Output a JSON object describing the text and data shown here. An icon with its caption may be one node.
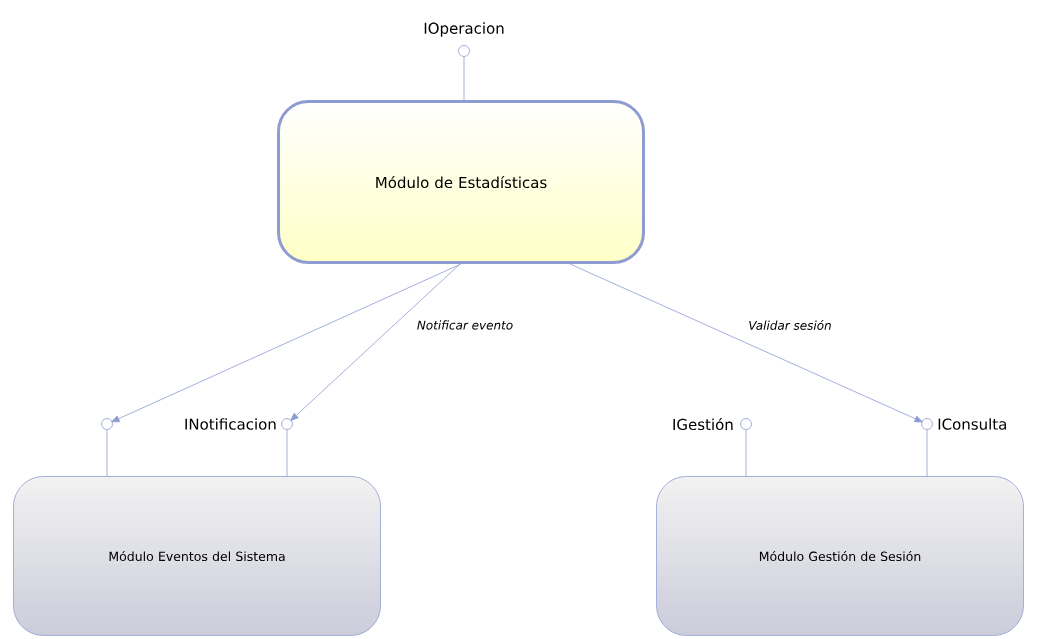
{
  "diagram": {
    "nodes": [
      {
        "text": [
          "Módulo de Estadísticas"
        ]
      },
      {
        "text": [
          "Módulo Eventos del Sistema"
        ]
      },
      {
        "text": [
          "Módulo Gestión de Sesión"
        ]
      },
      {
        "text": [],
        "shape": "circle",
        "beside": [
          "IOperacion"
        ]
      },
      {
        "text": [],
        "shape": "circle"
      },
      {
        "text": [],
        "shape": "circle",
        "beside": [
          "INotificacion"
        ]
      },
      {
        "text": [],
        "shape": "circle",
        "beside": [
          "IGestión"
        ]
      },
      {
        "text": [],
        "shape": "circle",
        "beside": [
          "IConsulta"
        ]
      }
    ],
    "edges": [
      {
        "from": 0,
        "to": 3,
        "arrow": "none"
      },
      {
        "from": 1,
        "to": 4,
        "arrow": "none"
      },
      {
        "from": 1,
        "to": 5,
        "arrow": "none"
      },
      {
        "from": 2,
        "to": 6,
        "arrow": "none"
      },
      {
        "from": 2,
        "to": 7,
        "arrow": "none"
      },
      {
        "from": 0,
        "to": 4,
        "arrow": "to"
      },
      {
        "from": 0,
        "to": 5,
        "arrow": "to",
        "label": "Notificar evento"
      },
      {
        "from": 0,
        "to": 7,
        "arrow": "to",
        "label": "Validar sesión"
      }
    ]
  }
}
